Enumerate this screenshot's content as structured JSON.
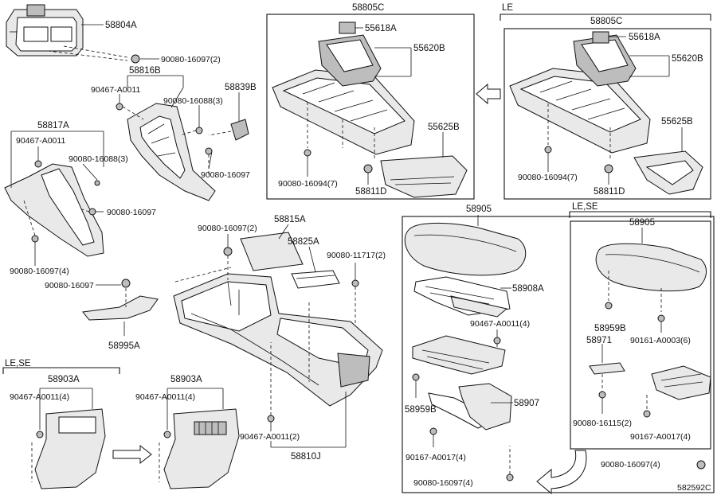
{
  "diagram_id": "582592C",
  "variant_labels": {
    "top_right": "LE",
    "mid_right": "LE,SE",
    "bottom_left": "LE,SE"
  },
  "parts": {
    "p58804A": "58804A",
    "p90080_16097_2a": "90080-16097(2)",
    "p58816B": "58816B",
    "p90467_A0011_a": "90467-A0011",
    "p90080_16088_3a": "90080-16088(3)",
    "p58839B": "58839B",
    "p90080_16097_a": "90080-16097",
    "p58817A": "58817A",
    "p90467_A0011_b": "90467-A0011",
    "p90080_16088_3b": "90080-16088(3)",
    "p90080_16097_b": "90080-16097",
    "p90080_16097_4a": "90080-16097(4)",
    "p58805C_a": "58805C",
    "p55618A_a": "55618A",
    "p55620B_a": "55620B",
    "p55625B_a": "55625B",
    "p90080_16094_7a": "90080-16094(7)",
    "p58811D_a": "58811D",
    "p58805C_b": "58805C",
    "p55618A_b": "55618A",
    "p55620B_b": "55620B",
    "p55625B_b": "55625B",
    "p90080_16094_7b": "90080-16094(7)",
    "p58811D_b": "58811D",
    "p90080_16097_2b": "90080-16097(2)",
    "p58815A": "58815A",
    "p58825A": "58825A",
    "p90080_11717_2": "90080-11717(2)",
    "p90080_16097_c": "90080-16097",
    "p58995A": "58995A",
    "p90467_A0011_2": "90467-A0011(2)",
    "p58810J": "58810J",
    "p58905_a": "58905",
    "p58908A": "58908A",
    "p90467_A0011_4c": "90467-A0011(4)",
    "p58959B_a": "58959B",
    "p58907": "58907",
    "p90167_A0017_4a": "90167-A0017(4)",
    "p90080_16097_4b": "90080-16097(4)",
    "p58905_b": "58905",
    "p58959B_b": "58959B",
    "p58971": "58971",
    "p90161_A0003_6": "90161-A0003(6)",
    "p90080_16115_2": "90080-16115(2)",
    "p90167_A0017_4b": "90167-A0017(4)",
    "p90080_16097_4c": "90080-16097(4)",
    "p58903A_a": "58903A",
    "p90467_A0011_4a": "90467-A0011(4)",
    "p58903A_b": "58903A",
    "p90467_A0011_4b": "90467-A0011(4)"
  }
}
